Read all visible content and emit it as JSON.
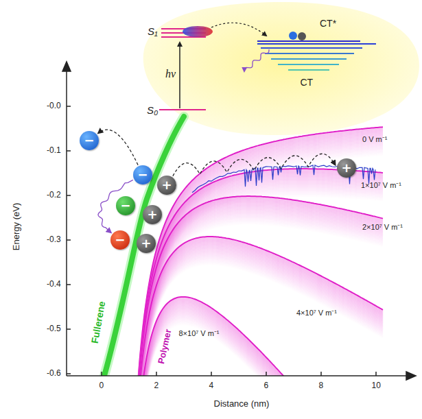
{
  "diagram": {
    "nodes": [
      {
        "text": [
          "−"
        ]
      },
      {
        "text": [
          "−"
        ]
      },
      {
        "text": [
          "−"
        ]
      },
      {
        "text": [
          "−"
        ]
      },
      {
        "text": [
          "+"
        ]
      },
      {
        "text": [
          "+"
        ]
      },
      {
        "text": [
          "+"
        ]
      },
      {
        "text": [
          "+"
        ]
      }
    ],
    "edges": [
      {
        "from": 1,
        "to": 0,
        "arrow": "to"
      },
      {
        "from": 1,
        "to": 3,
        "arrow": "to"
      },
      {
        "from": 4,
        "to": 7,
        "arrow": "to"
      }
    ],
    "labels": [
      "-0.0",
      "-0.1",
      "-0.2",
      "-0.3",
      "-0.4",
      "-0.5",
      "-0.6",
      "0",
      "2",
      "4",
      "6",
      "8",
      "10",
      "Energy (eV)",
      "Distance (nm)",
      "Fullerene",
      "Polymer",
      "0 V m⁻¹",
      "1×10⁷ V m⁻¹",
      "2×10⁷ V m⁻¹",
      "4×10⁷ V m⁻¹",
      "8×10⁷ V m⁻¹",
      "S₁",
      "S₀",
      "hν",
      "CT*",
      "CT"
    ]
  }
}
